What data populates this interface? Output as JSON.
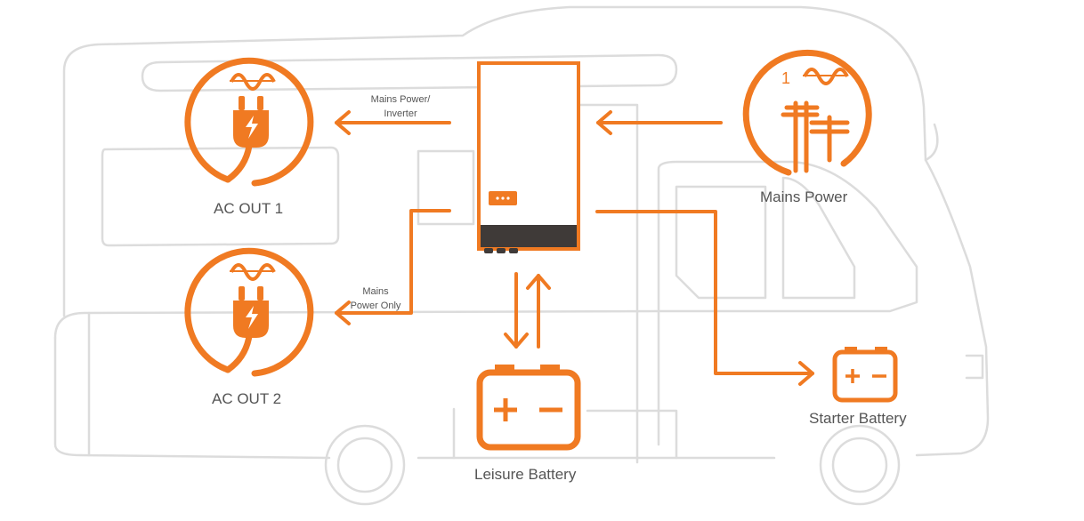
{
  "colors": {
    "accent": "#F07A22",
    "outline": "#dcdcdc",
    "text": "#555555",
    "panel": "#3f3a38"
  },
  "nodes": {
    "ac_out_1": {
      "label": "AC OUT 1",
      "icon": "plug-icon"
    },
    "ac_out_2": {
      "label": "AC OUT 2",
      "icon": "plug-icon"
    },
    "mains_power": {
      "label": "Mains Power",
      "icon": "utility-pole-icon",
      "phase": "1"
    },
    "leisure_battery": {
      "label": "Leisure Battery",
      "icon": "battery-icon"
    },
    "starter_battery": {
      "label": "Starter Battery",
      "icon": "battery-icon"
    },
    "inverter_unit": {
      "icon": "inverter-charger-icon",
      "display": "···"
    }
  },
  "flow_labels": {
    "to_ac_out_1": [
      "Mains Power/",
      "Inverter"
    ],
    "to_ac_out_2": [
      "Mains",
      "Power Only"
    ]
  }
}
